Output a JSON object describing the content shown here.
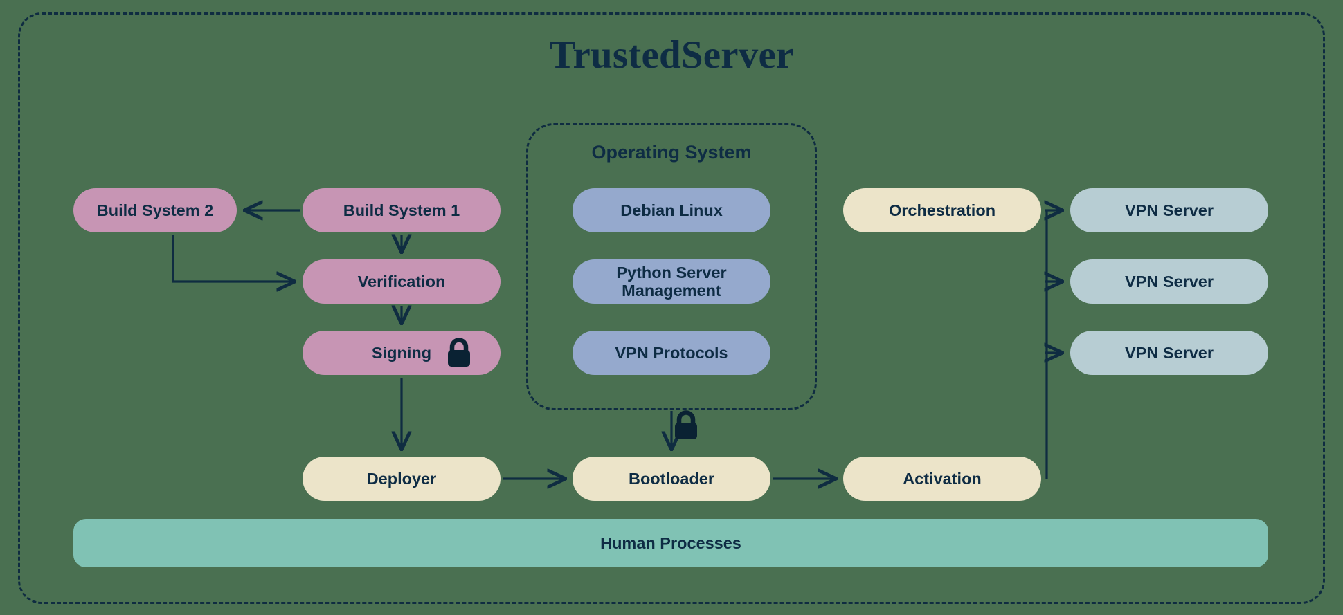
{
  "title": "TrustedServer",
  "colors": {
    "background": "#4a7051",
    "ink": "#0e2c44",
    "boundary": "#0f2c41",
    "pink": "#c795b4",
    "blue": "#95a9cd",
    "cream": "#ece4c9",
    "teal": "#b7cdd3",
    "mint": "#80c2b4"
  },
  "boundary": {
    "label": "TrustedServer"
  },
  "build_pipeline": {
    "build_system_2": "Build System 2",
    "build_system_1": "Build System 1",
    "verification": "Verification",
    "signing": "Signing",
    "signing_lock_icon": "lock-icon"
  },
  "operating_system": {
    "title": "Operating System",
    "components": [
      {
        "label": "Debian Linux"
      },
      {
        "label": "Python Server\nManagement"
      },
      {
        "label": "VPN Protocols"
      }
    ]
  },
  "deployment": {
    "deployer": "Deployer",
    "bootloader": "Bootloader",
    "bootloader_lock_icon": "lock-icon",
    "activation": "Activation"
  },
  "orchestration": {
    "label": "Orchestration",
    "vpn_servers": [
      {
        "label": "VPN Server"
      },
      {
        "label": "VPN Server"
      },
      {
        "label": "VPN Server"
      }
    ]
  },
  "human_processes": {
    "label": "Human Processes"
  }
}
